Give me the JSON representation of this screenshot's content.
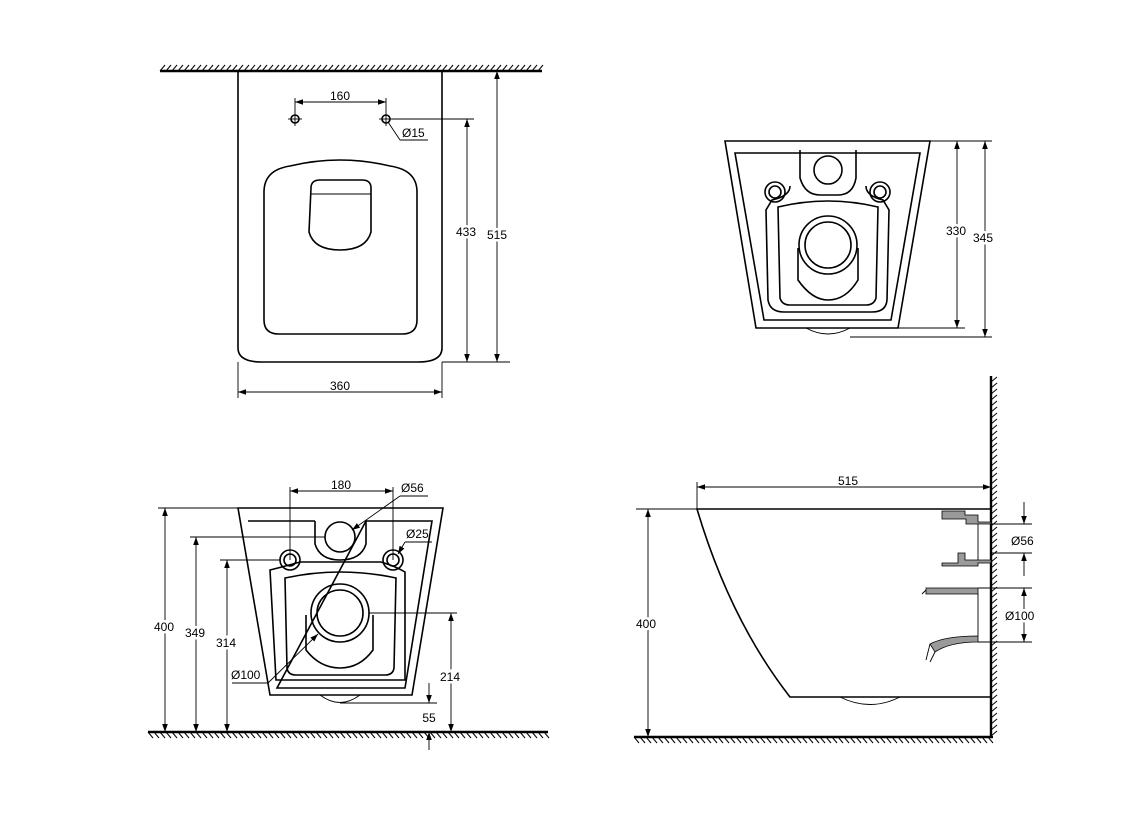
{
  "colors": {
    "ink": "#000000",
    "paper": "#ffffff",
    "section": "#9a9a9a"
  },
  "views": {
    "top": {
      "dims": {
        "holes_spacing": "160",
        "hole_dia": "Ø15",
        "depth_433": "433",
        "depth_515": "515",
        "width": "360"
      }
    },
    "front": {
      "dims": {
        "height_330": "330",
        "height_345": "345"
      }
    },
    "rear": {
      "dims": {
        "spacing_180": "180",
        "outlet_dia": "Ø56",
        "fix_hole_dia": "Ø25",
        "h400": "400",
        "h349": "349",
        "h314": "314",
        "drain_dia": "Ø100",
        "h214": "214",
        "h55": "55"
      }
    },
    "side": {
      "dims": {
        "length": "515",
        "inlet_dia": "Ø56",
        "drain_dia": "Ø100",
        "height": "400"
      }
    }
  }
}
